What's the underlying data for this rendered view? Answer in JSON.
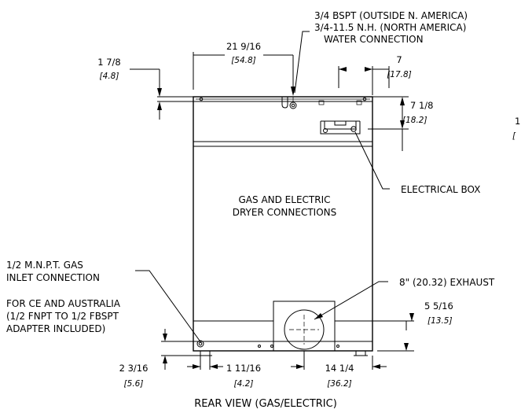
{
  "labels": {
    "water_line1": "3/4 BSPT (OUTSIDE N. AMERICA)",
    "water_line2": "3/4-11.5 N.H. (NORTH AMERICA)",
    "water_line3": "WATER CONNECTION",
    "center_line1": "GAS AND ELECTRIC",
    "center_line2": "DRYER CONNECTIONS",
    "electrical_box": "ELECTRICAL BOX",
    "gas_line1": "1/2 M.N.P.T. GAS",
    "gas_line2": "INLET CONNECTION",
    "ce_line1": "FOR CE AND AUSTRALIA",
    "ce_line2": "(1/2 FNPT TO 1/2 FBSPT",
    "ce_line3": "ADAPTER INCLUDED)",
    "exhaust": "8\" (20.32) EXHAUST",
    "caption": "REAR VIEW (GAS/ELECTRIC)"
  },
  "dimensions": {
    "d_1_7_8": {
      "imperial": "1 7/8",
      "metric": "[4.8]"
    },
    "d_21_9_16": {
      "imperial": "21 9/16",
      "metric": "[54.8]"
    },
    "d_7": {
      "imperial": "7",
      "metric": "[17.8]"
    },
    "d_7_1_8": {
      "imperial": "7 1/8",
      "metric": "[18.2]"
    },
    "d_5_5_16": {
      "imperial": "5 5/16",
      "metric": "[13.5]"
    },
    "d_2_3_16": {
      "imperial": "2 3/16",
      "metric": "[5.6]"
    },
    "d_1_11_16": {
      "imperial": "1 11/16",
      "metric": "[4.2]"
    },
    "d_14_1_4": {
      "imperial": "14 1/4",
      "metric": "[36.2]"
    }
  },
  "edge_fragments": {
    "upper": "1",
    "lower": "["
  }
}
